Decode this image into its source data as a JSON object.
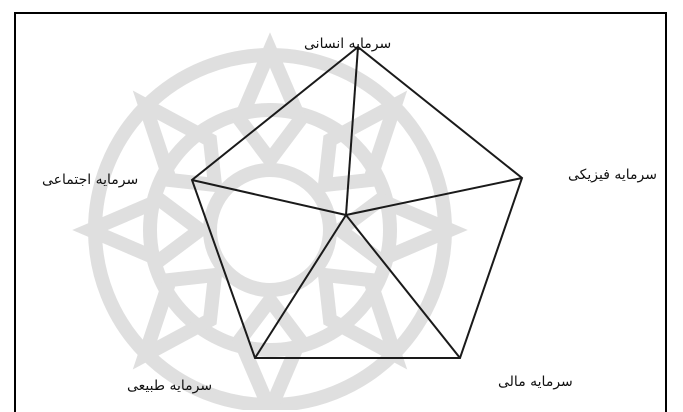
{
  "diagram": {
    "labels": {
      "top": "سرمایه انسانی",
      "left": "سرمایه اجتماعی",
      "right": "سرمایه فیزیکی",
      "bottom_left": "سرمایه طبیعی",
      "bottom_right": "سرمایه مالی"
    },
    "colors": {
      "line": "#1a1a1a",
      "watermark": "#d9d9d9"
    }
  }
}
